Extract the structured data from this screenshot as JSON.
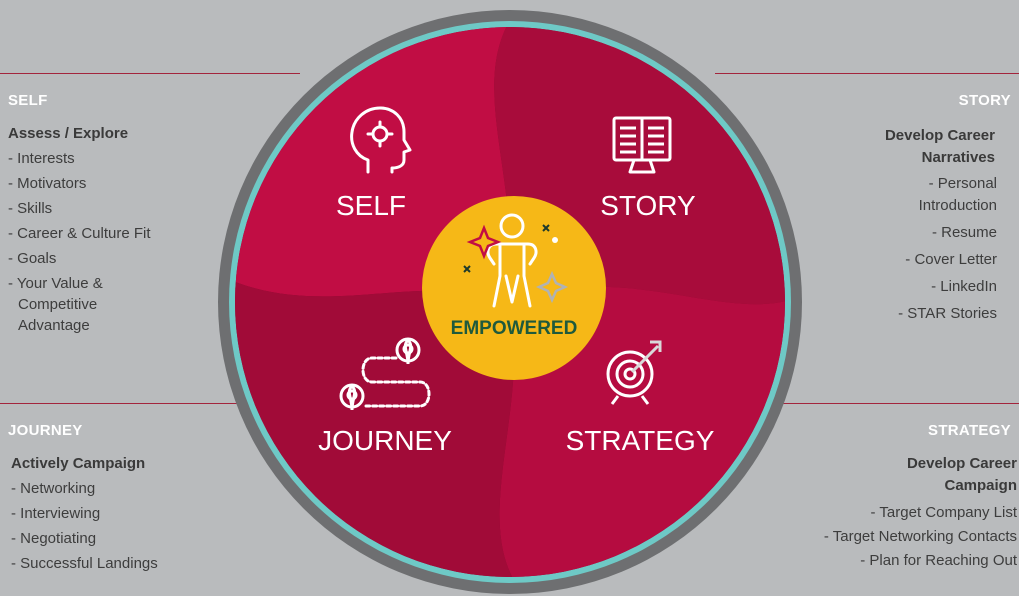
{
  "sections": {
    "self": {
      "title": "SELF",
      "heading": "Assess / Explore",
      "items": [
        "- Interests",
        "- Motivators",
        "- Skills",
        "- Career & Culture Fit",
        "- Goals",
        "- Your Value &\nCompetitive\nAdvantage"
      ]
    },
    "story": {
      "title": "STORY",
      "heading": "Develop Career\nNarratives",
      "items": [
        "- Personal\nIntroduction",
        "- Resume",
        "- Cover Letter",
        "- LinkedIn",
        "- STAR Stories"
      ]
    },
    "journey": {
      "title": "JOURNEY",
      "heading": "Actively Campaign",
      "items": [
        "- Networking",
        "- Interviewing",
        "- Negotiating",
        "- Successful Landings"
      ]
    },
    "strategy": {
      "title": "STRATEGY",
      "heading": "Develop Career\nCampaign",
      "items": [
        "- Target Company List",
        "- Target Networking Contacts",
        "- Plan for Reaching Out"
      ]
    }
  },
  "diagram": {
    "quadrants": {
      "self": "SELF",
      "story": "STORY",
      "journey": "JOURNEY",
      "strategy": "STRATEGY"
    },
    "center_label": "EMPOWERED",
    "icons": {
      "self": "head-gears-icon",
      "story": "open-book-icon",
      "journey": "route-pins-icon",
      "strategy": "target-arrow-icon",
      "center": "empowered-person-icon"
    }
  },
  "colors": {
    "background": "#b9bbbd",
    "outer_ring": "#6e6f71",
    "teal_ring": "#6ec9c6",
    "crimson_light": "#c10d44",
    "crimson_dark": "#8d0a30",
    "center_fill": "#f6b817",
    "center_text": "#1f5a3c",
    "rule_line": "#a3243c"
  }
}
